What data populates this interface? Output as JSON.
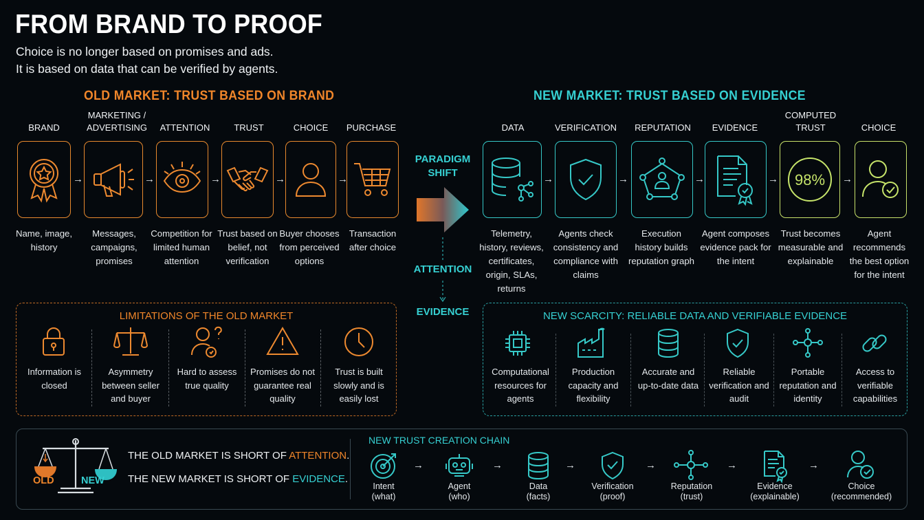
{
  "header": {
    "title": "FROM BRAND TO PROOF",
    "subtitle_1": "Choice is no longer based on promises and ads.",
    "subtitle_2": "It is based on data that can be verified by agents."
  },
  "old_market": {
    "title": "OLD MARKET: TRUST BASED ON BRAND",
    "accent": "#f0862a",
    "steps": [
      {
        "label": "BRAND",
        "icon": "award-ribbon-icon",
        "desc": "Name, image, history"
      },
      {
        "label": "MARKETING / ADVERTISING",
        "icon": "megaphone-icon",
        "desc": "Messages, campaigns, promises"
      },
      {
        "label": "ATTENTION",
        "icon": "eye-icon",
        "desc": "Competition for limited human attention"
      },
      {
        "label": "TRUST",
        "icon": "handshake-icon",
        "desc": "Trust based on belief, not verification"
      },
      {
        "label": "CHOICE",
        "icon": "person-icon",
        "desc": "Buyer chooses from perceived options"
      },
      {
        "label": "PURCHASE",
        "icon": "cart-icon",
        "desc": "Transaction after choice"
      }
    ]
  },
  "paradigm": {
    "shift_label": "PARADIGM SHIFT",
    "from_label": "ATTENTION",
    "to_label": "EVIDENCE"
  },
  "new_market": {
    "title": "NEW MARKET: TRUST BASED ON EVIDENCE",
    "accent": "#36d0d2",
    "steps": [
      {
        "label": "DATA",
        "icon": "database-icon",
        "desc": "Telemetry, history, reviews, certificates, origin, SLAs, returns"
      },
      {
        "label": "VERIFICATION",
        "icon": "shield-check-icon",
        "desc": "Agents check consistency and compliance with claims"
      },
      {
        "label": "REPUTATION",
        "icon": "network-graph-icon",
        "desc": "Execution history builds reputation graph"
      },
      {
        "label": "EVIDENCE",
        "icon": "certificate-icon",
        "desc": "Agent composes evidence pack for the intent"
      },
      {
        "label": "COMPUTED TRUST",
        "icon": "percent-gauge-icon",
        "value": "98%",
        "desc": "Trust becomes measurable and explainable"
      },
      {
        "label": "CHOICE",
        "icon": "person-check-icon",
        "desc": "Agent recommends the best option for the intent"
      }
    ]
  },
  "limitations": {
    "title": "LIMITATIONS OF THE OLD MARKET",
    "items": [
      {
        "icon": "lock-icon",
        "text": "Information is closed"
      },
      {
        "icon": "scales-icon",
        "text": "Asymmetry between seller and buyer"
      },
      {
        "icon": "person-question-icon",
        "text": "Hard to assess true quality"
      },
      {
        "icon": "warning-icon",
        "text": "Promises do not guarantee real quality"
      },
      {
        "icon": "clock-icon",
        "text": "Trust is built slowly and is easily lost"
      }
    ]
  },
  "scarcity": {
    "title": "NEW SCARCITY: RELIABLE DATA AND VERIFIABLE EVIDENCE",
    "items": [
      {
        "icon": "chip-icon",
        "text": "Computational resources for agents"
      },
      {
        "icon": "factory-icon",
        "text": "Production capacity and flexibility"
      },
      {
        "icon": "database-icon",
        "text": "Accurate and up-to-date data"
      },
      {
        "icon": "shield-check-icon",
        "text": "Reliable verification and audit"
      },
      {
        "icon": "network-icon",
        "text": "Portable reputation and identity"
      },
      {
        "icon": "link-icon",
        "text": "Access to verifiable capabilities"
      }
    ]
  },
  "bottom": {
    "old_tag": "OLD",
    "new_tag": "NEW",
    "line1_prefix": "THE OLD MARKET IS SHORT OF ",
    "line1_highlight": "ATTENTION",
    "line1_suffix": ".",
    "line2_prefix": "THE NEW MARKET IS SHORT OF ",
    "line2_highlight": "EVIDENCE",
    "line2_suffix": ".",
    "chain_title": "NEW TRUST CREATION CHAIN",
    "chain": [
      {
        "icon": "target-icon",
        "name": "Intent",
        "sub": "(what)"
      },
      {
        "icon": "robot-icon",
        "name": "Agent",
        "sub": "(who)"
      },
      {
        "icon": "database-icon",
        "name": "Data",
        "sub": "(facts)"
      },
      {
        "icon": "shield-check-icon",
        "name": "Verification",
        "sub": "(proof)"
      },
      {
        "icon": "network-icon",
        "name": "Reputation",
        "sub": "(trust)"
      },
      {
        "icon": "certificate-icon",
        "name": "Evidence",
        "sub": "(explainable)"
      },
      {
        "icon": "person-check-icon",
        "name": "Choice",
        "sub": "(recommended)"
      }
    ]
  }
}
